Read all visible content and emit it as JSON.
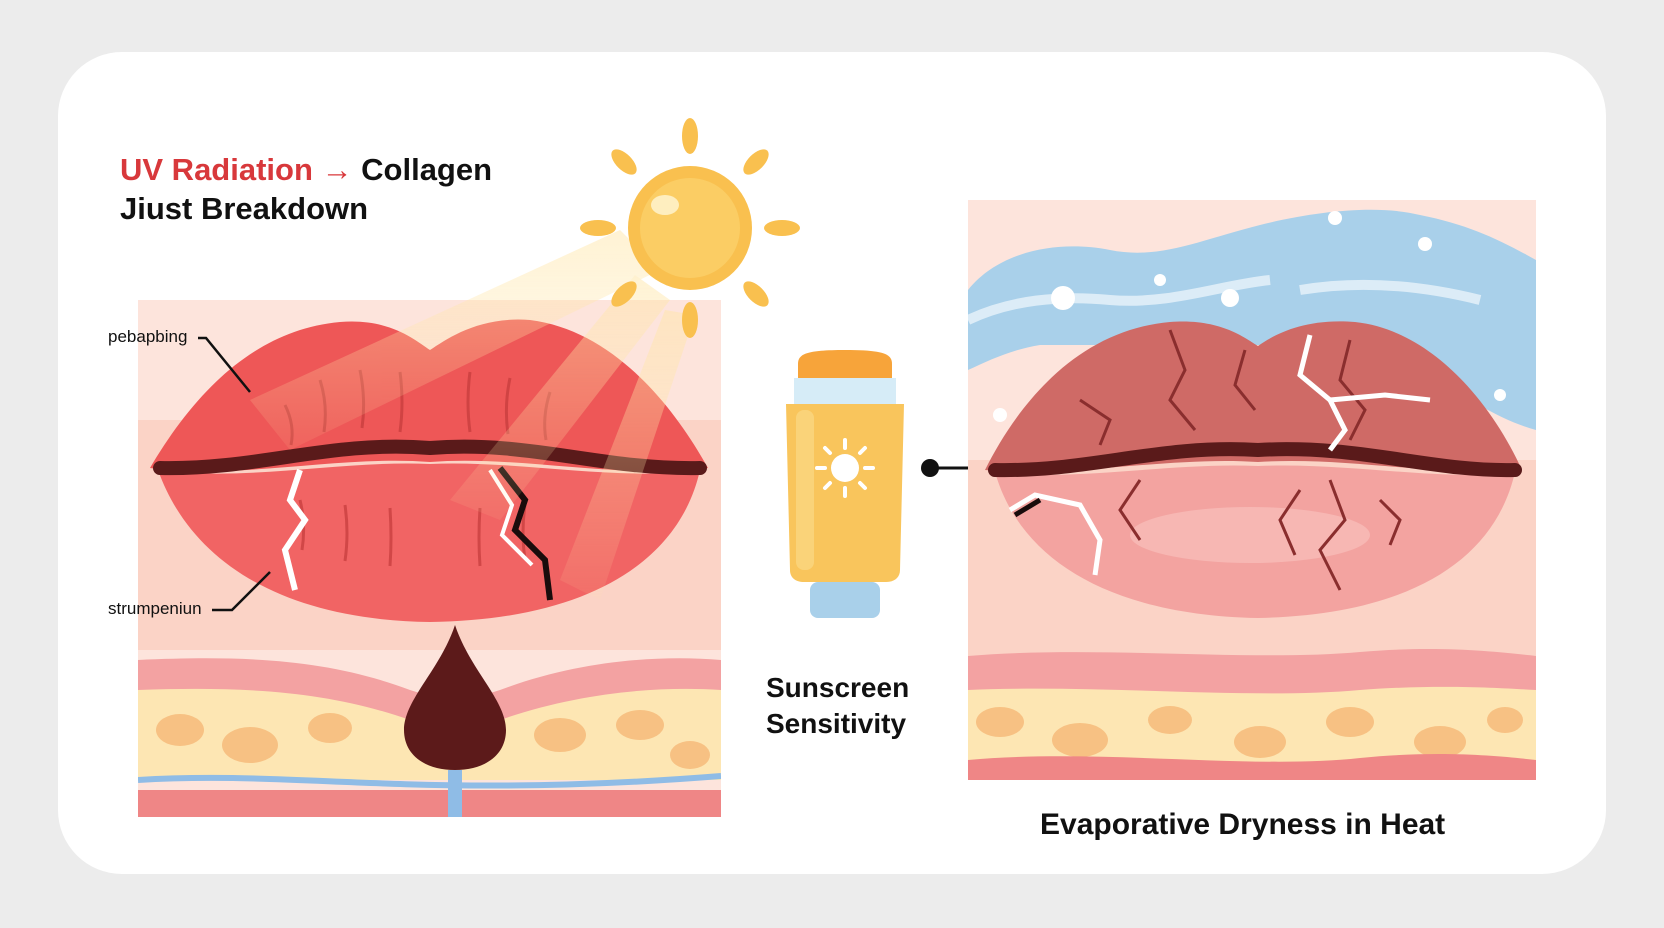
{
  "title": {
    "line1_part1": "UV Radiation",
    "arrow": " → ",
    "line1_part2": "Collagen",
    "line2": "Jiust Breakdown"
  },
  "left_panel": {
    "callout_top": "pebapbing",
    "callout_bottom": "strumpeniun"
  },
  "middle": {
    "label_line1": "Sunscreen",
    "label_line2": "Sensitivity"
  },
  "right_panel": {
    "caption": "Evaporative Dryness in Heat"
  },
  "colors": {
    "uv_red": "#d8383b",
    "sun_yellow": "#f9c04f",
    "lip_red": "#ee5757",
    "dry_lip": "#cf6a66",
    "sky_blue": "#a9d0ea",
    "skin_pink": "#fbd3c6",
    "tube_orange": "#f7a43a"
  },
  "icons": [
    "sun-icon",
    "sunscreen-tube-icon",
    "snowflake-dots"
  ]
}
